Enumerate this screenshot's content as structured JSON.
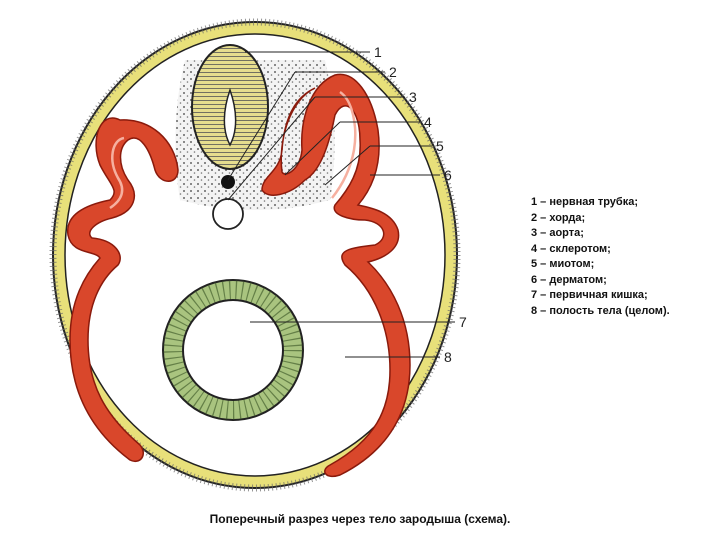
{
  "labels": [
    "1",
    "2",
    "3",
    "4",
    "5",
    "6",
    "7",
    "8"
  ],
  "legend": [
    "1 – нервная трубка;",
    "2 – хорда;",
    "3 – аорта;",
    "4 – склеротом;",
    "5 – миотом;",
    "6 – дерматом;",
    "7 – первичная кишка;",
    "8 – полость тела (целом)."
  ],
  "caption": "Поперечный разрез через тело зародыша (схема).",
  "colors": {
    "ectoderm": "#e8e07a",
    "somite_red": "#d9472b",
    "neural_tube": "#e6dd8e",
    "gut": "#a9c47f",
    "outline": "#222222"
  }
}
